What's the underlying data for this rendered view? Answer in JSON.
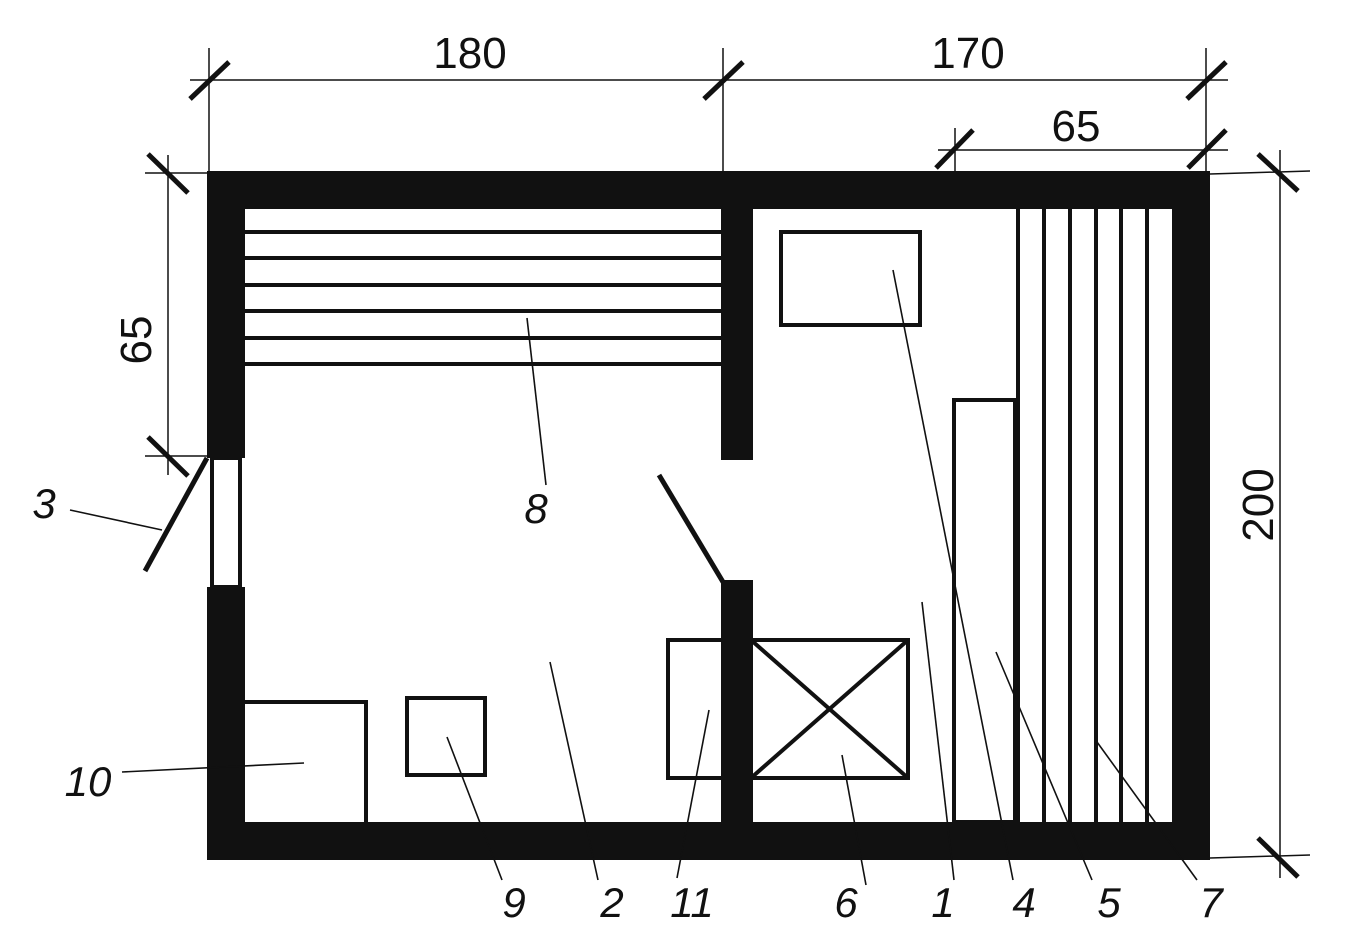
{
  "dimensions": {
    "top_left": "180",
    "top_right": "170",
    "top_inner": "65",
    "left": "65",
    "right": "200"
  },
  "callouts": {
    "c1": "1",
    "c2": "2",
    "c3": "3",
    "c4": "4",
    "c5": "5",
    "c6": "6",
    "c7": "7",
    "c8": "8",
    "c9": "9",
    "c10": "10",
    "c11": "11"
  }
}
